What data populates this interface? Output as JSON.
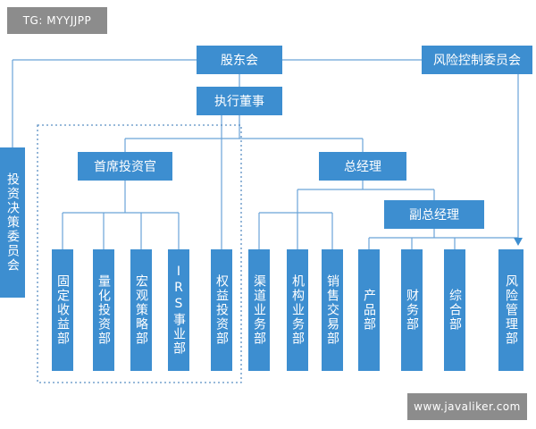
{
  "watermark_top": "TG: MYYJJPP",
  "watermark_bottom": "www.javaliker.com",
  "nodes": {
    "shareholders": "股东会",
    "risk_committee": "风险控制委员会",
    "executive_board": "执行董事",
    "investment_committee": "投资决策委员会",
    "cio": "首席投资官",
    "gm": "总经理",
    "deputy_gm": "副总经理",
    "fixed_income": "固定收益部",
    "quant": "量化投资部",
    "macro": "宏观策略部",
    "irs": "IRS事业部",
    "equity": "权益投资部",
    "channel": "渠道业务部",
    "institutional": "机构业务部",
    "sales_trading": "销售交易部",
    "product": "产品部",
    "finance": "财务部",
    "general": "综合部",
    "risk_mgmt": "风险管理部"
  },
  "colors": {
    "box": "#3d8ed0",
    "line": "#6aa3d8",
    "dashed": "#5a8fc4"
  }
}
